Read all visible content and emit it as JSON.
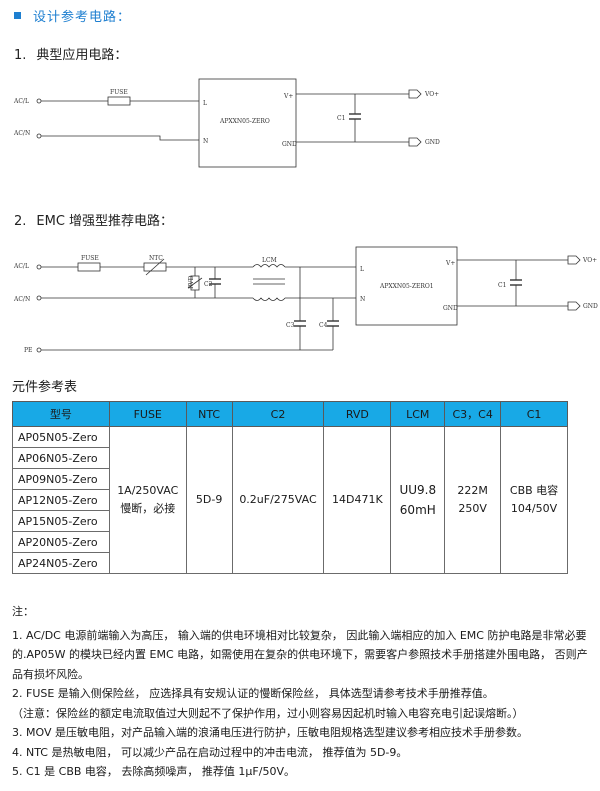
{
  "section_title": "设计参考电路：",
  "circuit1": {
    "num": "1.",
    "title": "典型应用电路：",
    "labels": {
      "acl": "AC/L",
      "acn": "AC/N",
      "fuse": "FUSE",
      "chip": "APXXN05-ZERO",
      "l": "L",
      "n": "N",
      "vo_plus": "V+",
      "gnd": "GND",
      "c1": "C1",
      "out_vo": "VO+",
      "out_gnd": "GND"
    }
  },
  "circuit2": {
    "num": "2.",
    "title": "EMC 增强型推荐电路：",
    "labels": {
      "acl": "AC/L",
      "acn": "AC/N",
      "pe": "PE",
      "fuse": "FUSE",
      "ntc": "NTC",
      "rvd": "RVD",
      "c2": "C2",
      "lcm": "LCM",
      "c3": "C3",
      "c4": "C4",
      "chip": "APXXN05-ZERO1",
      "l": "L",
      "n": "N",
      "vo_plus": "V+",
      "gnd": "GND",
      "c1": "C1",
      "out_vo": "VO+",
      "out_gnd": "GND"
    }
  },
  "table_title": "元件参考表",
  "table": {
    "headers": [
      "型号",
      "FUSE",
      "NTC",
      "C2",
      "RVD",
      "LCM",
      "C3，C4",
      "C1"
    ],
    "models": [
      "AP05N05-Zero",
      "AP06N05-Zero",
      "AP09N05-Zero",
      "AP12N05-Zero",
      "AP15N05-Zero",
      "AP20N05-Zero",
      "AP24N05-Zero"
    ],
    "fuse": [
      "1A/250VAC",
      "慢断，必接"
    ],
    "ntc": "5D-9",
    "c2": "0.2uF/275VAC",
    "rvd": "14D471K",
    "lcm": [
      "UU9.8",
      "60mH"
    ],
    "c3c4": [
      "222M",
      "250V"
    ],
    "c1": [
      "CBB 电容",
      "104/50V"
    ]
  },
  "notes": {
    "title": "注：",
    "items": [
      "1. AC/DC 电源前端输入为高压， 输入端的供电环境相对比较复杂， 因此输入端相应的加入 EMC 防护电路是非常必要的.AP05W 的模块已经内置 EMC 电路，如需使用在复杂的供电环境下，需要客户参照技术手册搭建外围电路， 否则产品有损坏风险。",
      "2. FUSE 是输入侧保险丝， 应选择具有安规认证的慢断保险丝， 具体选型请参考技术手册推荐值。",
      "（注意：保险丝的额定电流取值过大则起不了保护作用，过小则容易因起机时输入电容充电引起误熔断。）",
      "3. MOV 是压敏电阻，对产品输入端的浪涌电压进行防护，压敏电阻规格选型建议参考相应技术手册参数。",
      "4. NTC 是热敏电阻， 可以减少产品在启动过程中的冲击电流， 推荐值为 5D-9。",
      "5. C1 是 CBB 电容， 去除高频噪声， 推荐值 1μF/50V。"
    ]
  }
}
